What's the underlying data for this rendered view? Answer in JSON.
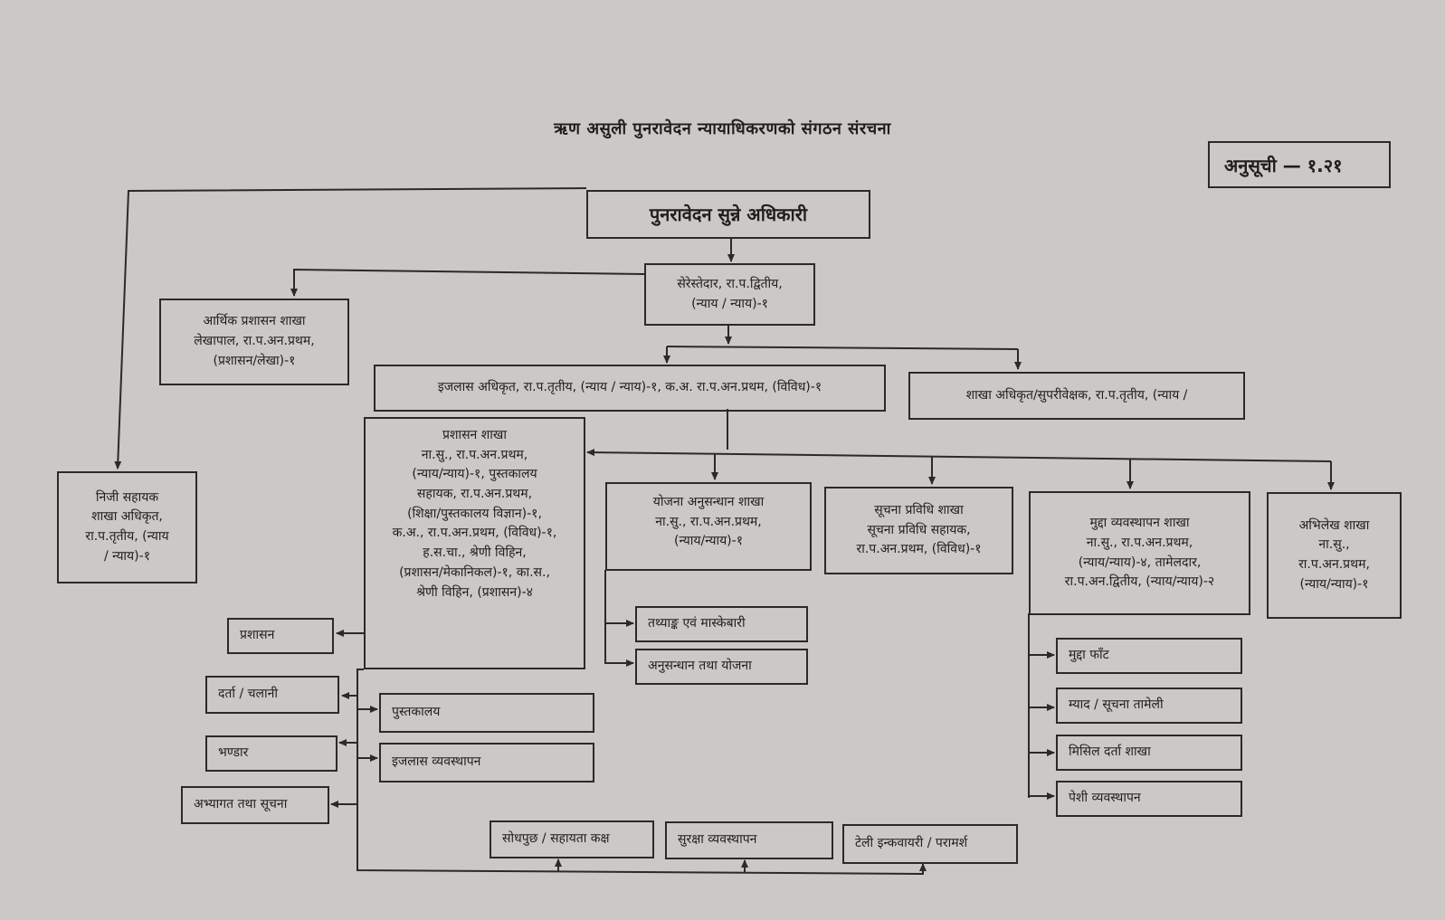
{
  "title": "ऋण असुली पुनरावेदन न्यायाधिकरणको संगठन संरचना",
  "badge": "अनुसूची — १.२१",
  "nodes": {
    "head": [
      "पुनरावेदन सुन्ने अधिकारी"
    ],
    "serestedar": [
      "सेरेस्तेदार, रा.प.द्वितीय,",
      "(न्याय / न्याय)-१"
    ],
    "finance": [
      "आर्थिक प्रशासन शाखा",
      "लेखापाल, रा.प.अन.प्रथम,",
      "(प्रशासन/लेखा)-१"
    ],
    "private_assistant": [
      "निजी सहायक",
      "शाखा अधिकृत,",
      "रा.प.तृतीय, (न्याय",
      "/ न्याय)-१"
    ],
    "ijlas_officer": [
      "इजलास अधिकृत, रा.प.तृतीय, (न्याय / न्याय)-१, क.अ. रा.प.अन.प्रथम, (विविध)-१"
    ],
    "section_officer": [
      "शाखा अधिकृत/सुपरीवेक्षक, रा.प.तृतीय, (न्याय /"
    ],
    "admin_section": [
      "प्रशासन शाखा",
      "ना.सु., रा.प.अन.प्रथम,",
      "(न्याय/न्याय)-१, पुस्तकालय",
      "सहायक, रा.प.अन.प्रथम,",
      "(शिक्षा/पुस्तकालय विज्ञान)-१,",
      "क.अ., रा.प.अन.प्रथम, (विविध)-१,",
      "ह.स.चा., श्रेणी विहिन,",
      "(प्रशासन/मेकानिकल)-१, का.स.,",
      "श्रेणी विहिन, (प्रशासन)-४"
    ],
    "planning": [
      "योजना अनुसन्धान शाखा",
      "ना.सु., रा.प.अन.प्रथम,",
      "(न्याय/न्याय)-१"
    ],
    "it_section": [
      "सूचना प्रविधि शाखा",
      "सूचना प्रविधि सहायक,",
      "रा.प.अन.प्रथम, (विविध)-१"
    ],
    "case_mgmt": [
      "मुद्दा व्यवस्थापन शाखा",
      "ना.सु., रा.प.अन.प्रथम,",
      "(न्याय/न्याय)-४, तामेलदार,",
      "रा.प.अन.द्वितीय, (न्याय/न्याय)-२"
    ],
    "records": [
      "अभिलेख शाखा",
      "ना.सु.,",
      "रा.प.अन.प्रथम,",
      "(न्याय/न्याय)-१"
    ],
    "facts": [
      "तथ्याङ्क एवं मास्केबारी"
    ],
    "research": [
      "अनुसन्धान तथा योजना"
    ],
    "prashasan": [
      "प्रशासन"
    ],
    "darta": [
      "दर्ता / चलानी"
    ],
    "bhandar": [
      "भण्डार"
    ],
    "visitor": [
      "अभ्यागत तथा सूचना"
    ],
    "library": [
      "पुस्तकालय"
    ],
    "ijlas_mgmt": [
      "इजलास व्यवस्थापन"
    ],
    "enquiry": [
      "सोधपुछ / सहायता कक्ष"
    ],
    "security": [
      "सुरक्षा व्यवस्थापन"
    ],
    "telephone": [
      "टेली इन्कवायरी / परामर्श"
    ],
    "case_split": [
      "मुद्दा फाँट"
    ],
    "notice": [
      "म्याद / सूचना तामेली"
    ],
    "file_reg": [
      "मिसिल दर्ता शाखा"
    ],
    "hearing": [
      "पेशी व्यवस्थापन"
    ]
  }
}
